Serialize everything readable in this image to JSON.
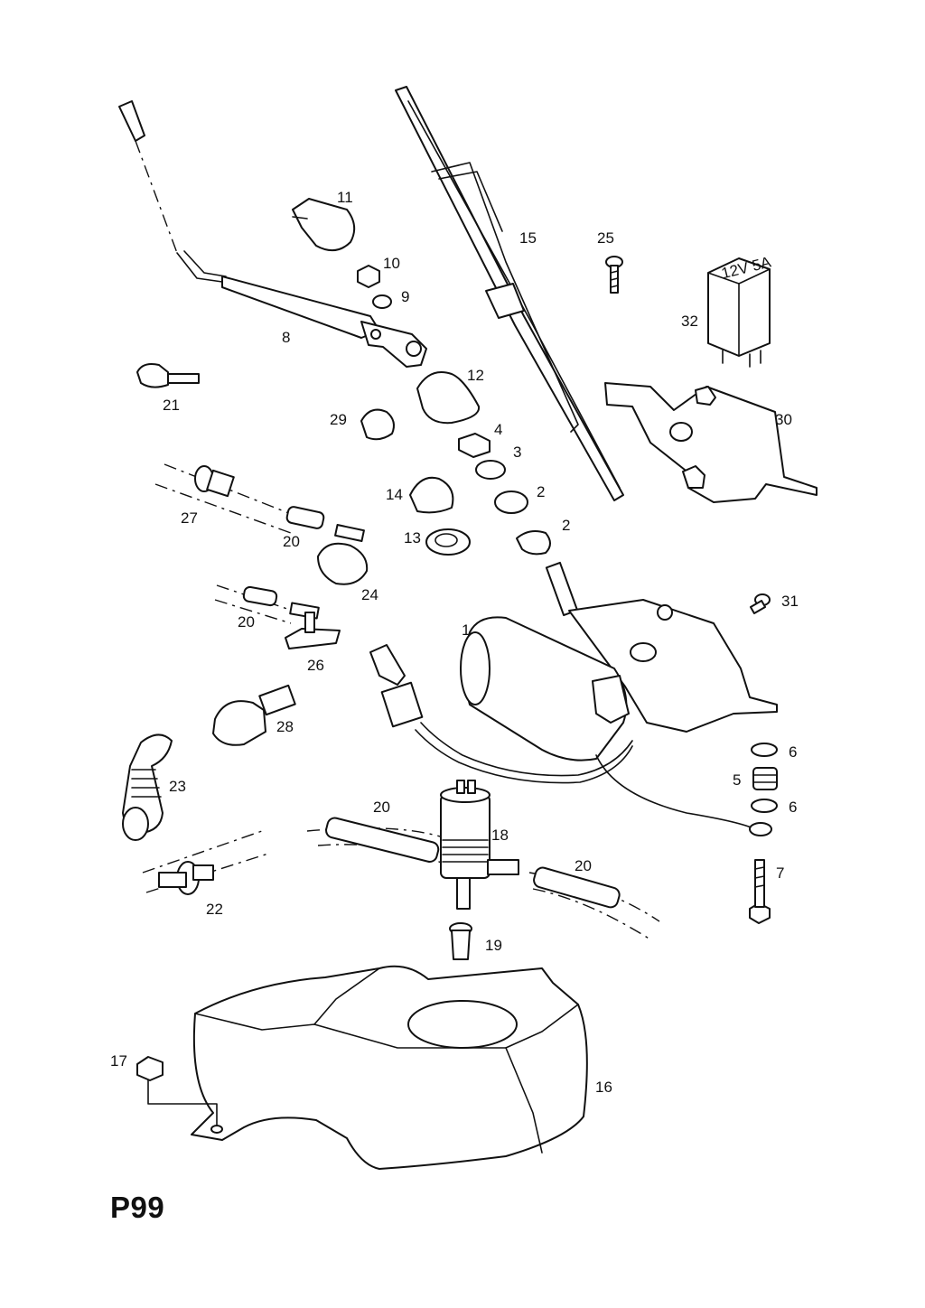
{
  "page_code": "P99",
  "callouts": {
    "p1": "1",
    "p2a": "2",
    "p2b": "2",
    "p3": "3",
    "p4": "4",
    "p5": "5",
    "p6a": "6",
    "p6b": "6",
    "p7": "7",
    "p8": "8",
    "p9": "9",
    "p10": "10",
    "p11": "11",
    "p12": "12",
    "p13": "13",
    "p14": "14",
    "p15": "15",
    "p16": "16",
    "p17": "17",
    "p18": "18",
    "p19": "19",
    "p20a": "20",
    "p20b": "20",
    "p20c": "20",
    "p20d": "20",
    "p21": "21",
    "p22": "22",
    "p23": "23",
    "p24": "24",
    "p25": "25",
    "p26": "26",
    "p27": "27",
    "p28": "28",
    "p29": "29",
    "p30": "30",
    "p31": "31",
    "p32": "32"
  },
  "relay_marking": "12V 5A"
}
